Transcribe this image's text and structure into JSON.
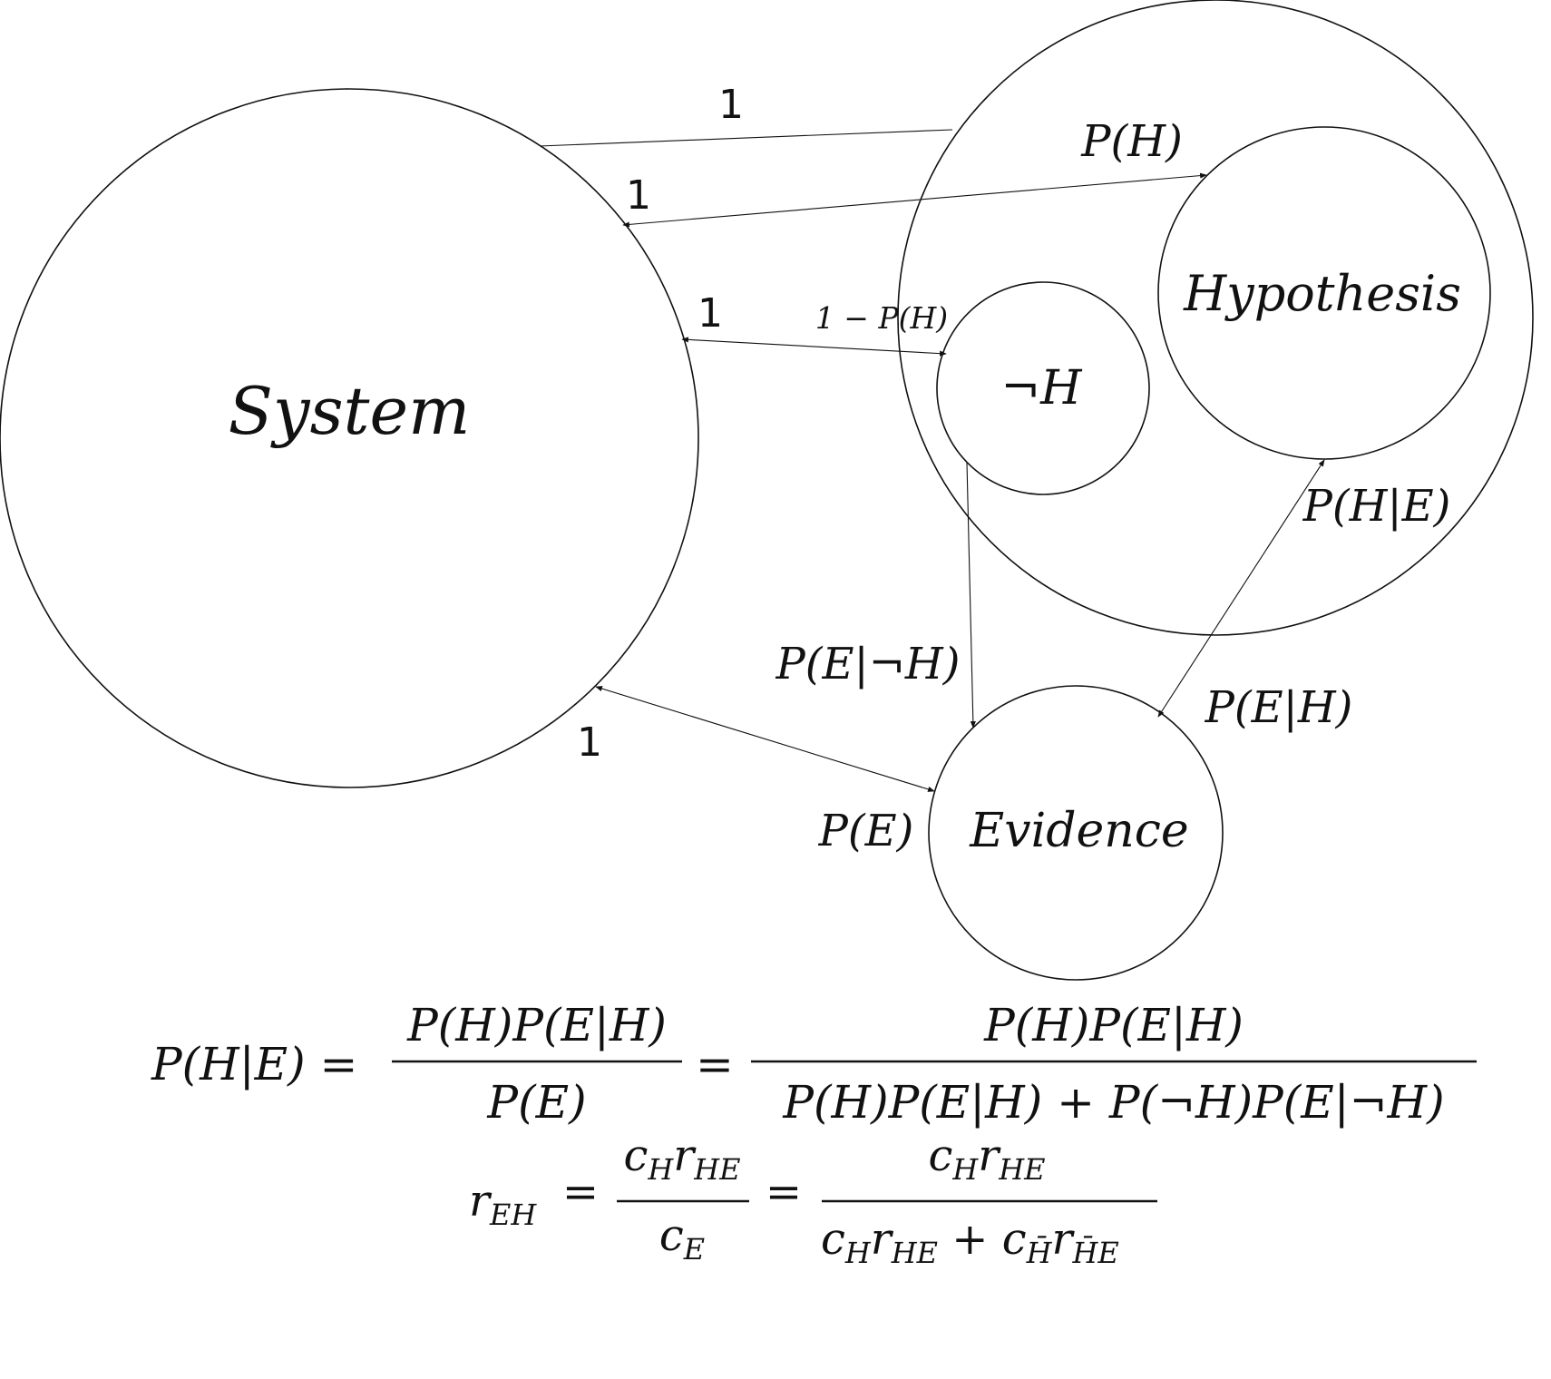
{
  "diagram": {
    "nodes": {
      "system": "System",
      "hypothesis": "Hypothesis",
      "not_h": "¬H",
      "evidence": "Evidence"
    },
    "edges": {
      "sys_outer": "1",
      "sys_hyp": "1",
      "sys_noth": "1",
      "sys_evid": "1",
      "p_h": "P(H)",
      "one_minus_ph": "1 − P(H)",
      "p_h_given_e": "P(H|E)",
      "p_e_given_noth": "P(E|¬H)",
      "p_e_given_h": "P(E|H)",
      "p_e": "P(E)"
    }
  },
  "equations": {
    "bayes": {
      "lhs": "P(H|E) =",
      "frac1_num": "P(H)P(E|H)",
      "frac1_den": "P(E)",
      "eq2": "=",
      "frac2_num": "P(H)P(E|H)",
      "frac2_den": "P(H)P(E|H) + P(¬H)P(E|¬H)"
    },
    "relation": {
      "lhs": "rEH",
      "eq1": "=",
      "frac1_num": "cHrHE",
      "frac1_den": "cE",
      "eq2": "=",
      "frac2_num": "cHrHE",
      "frac2_den": "cHrHE + cH̄rH̄E"
    }
  }
}
